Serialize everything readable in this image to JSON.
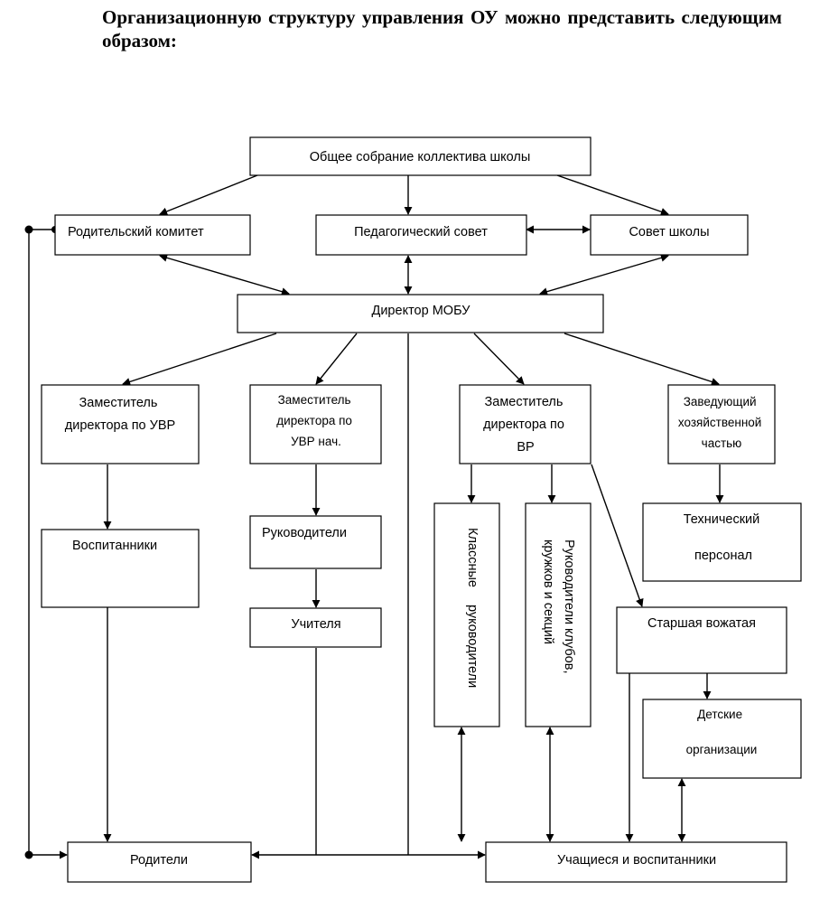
{
  "heading": "Организационную структуру управления ОУ можно представить следующим образом:",
  "nodes": {
    "general_meeting": "Общее собрание коллектива школы",
    "parent_committee": "Родительский комитет",
    "pedagogical_council": "Педагогический совет",
    "school_council": "Совет школы",
    "director": "Директор МОБУ",
    "deputy_uvr": [
      "Заместитель",
      "директора по УВР"
    ],
    "deputy_uvr_primary": [
      "Заместитель",
      "директора по",
      "УВР нач."
    ],
    "deputy_vr": [
      "Заместитель",
      "директора по",
      "ВР"
    ],
    "head_household": [
      "Заведующий",
      "хозяйственной",
      "частью"
    ],
    "pupils_preschool": "Воспитанники",
    "leaders": "Руководители",
    "teachers": "Учителя",
    "class_teachers": [
      "Классные",
      "руководители"
    ],
    "club_leaders": [
      "Руководители клубов,",
      "кружков и секций"
    ],
    "technical_staff": [
      "Технический",
      "персонал"
    ],
    "senior_counselor": "Старшая вожатая",
    "children_orgs": [
      "Детские",
      "организации"
    ],
    "parents": "Родители",
    "students": "Учащиеся и воспитанники"
  }
}
